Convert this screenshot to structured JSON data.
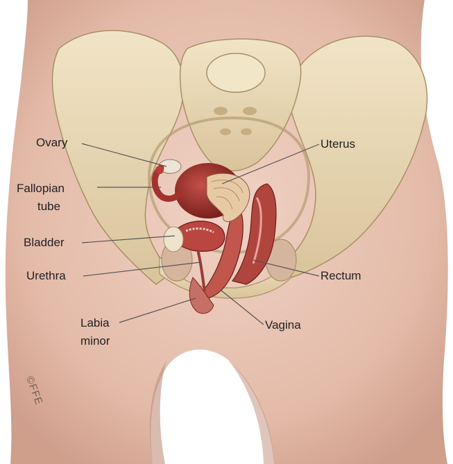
{
  "labels": {
    "ovary": "Ovary",
    "fallopian_1": "Fallopian",
    "fallopian_2": "tube",
    "bladder": "Bladder",
    "urethra": "Urethra",
    "labia_1": "Labia",
    "labia_2": "minor",
    "uterus": "Uterus",
    "rectum": "Rectum",
    "vagina": "Vagina"
  },
  "watermark": "©FFE",
  "colors": {
    "skin": "#e9c7b8",
    "skin_shadow": "#c99a89",
    "bone": "#eadbb8",
    "bone_shadow": "#c9b58c",
    "organ": "#9c2f2b",
    "organ_dark": "#6e1b19",
    "leader": "#555555"
  }
}
